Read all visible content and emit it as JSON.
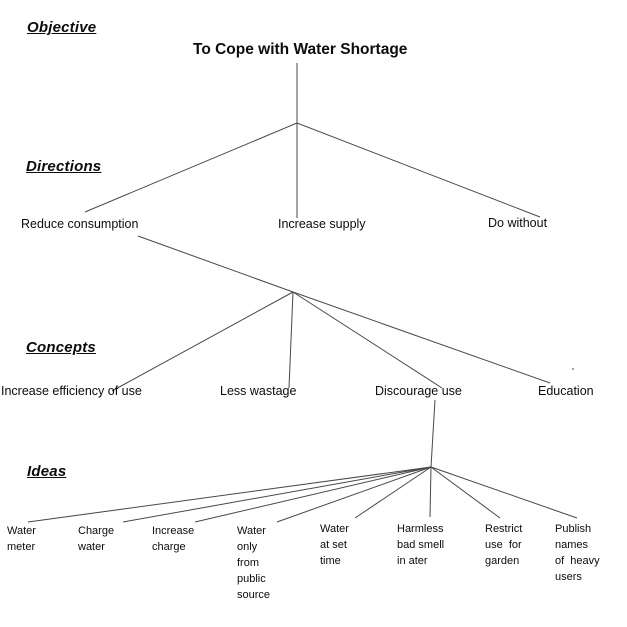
{
  "diagram": {
    "sections": {
      "objective": "Objective",
      "directions": "Directions",
      "concepts": "Concepts",
      "ideas": "Ideas"
    },
    "title": "To Cope with Water Shortage",
    "directions_nodes": [
      "Reduce consumption",
      "Increase supply",
      "Do without"
    ],
    "concepts_nodes": [
      "Increase efficiency of use",
      "Less wastage",
      "Discourage use",
      "Education"
    ],
    "ideas_nodes": [
      "Water\nmeter",
      "Charge\nwater",
      "Increase\ncharge",
      "Water\nonly\nfrom\npublic\nsource",
      "Water\nat set\ntime",
      "Harmless\nbad smell\nin ater",
      "Restrict\nuse  for\ngarden",
      "Publish\nnames\nof  heavy\nusers"
    ]
  }
}
